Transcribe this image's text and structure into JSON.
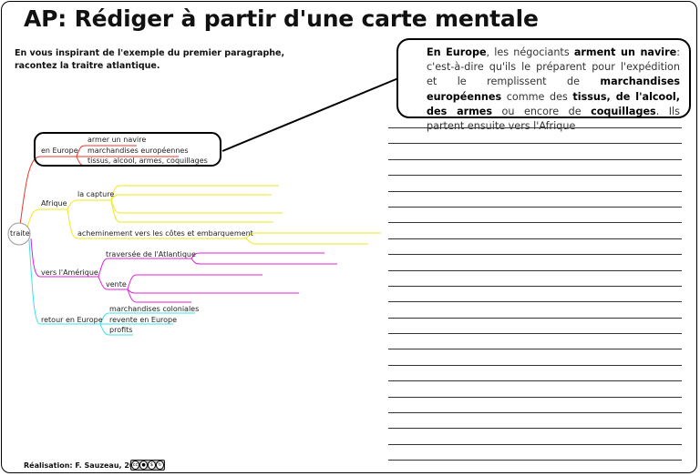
{
  "title": "AP: Rédiger à partir d'une carte mentale",
  "instruction": "En vous inspirant de l'exemple du premier paragraphe, racontez la traitre atlantique.",
  "callout": {
    "segments": [
      {
        "text": "En Europe",
        "bold": true
      },
      {
        "text": ", les négociants ",
        "bold": false
      },
      {
        "text": "arment un navire",
        "bold": true
      },
      {
        "text": ": c'est-à-dire qu'ils le préparent pour l'expédition et le remplissent de ",
        "bold": false
      },
      {
        "text": "marchandises européennes",
        "bold": true
      },
      {
        "text": " comme des ",
        "bold": false
      },
      {
        "text": "tissus, de l'alcool, des armes",
        "bold": true
      },
      {
        "text": " ou encore de ",
        "bold": false
      },
      {
        "text": "coquillages",
        "bold": true
      },
      {
        "text": ". Ils partent ensuite vers l'Afrique",
        "bold": false
      }
    ]
  },
  "mindmap": {
    "root": "traite",
    "branches": [
      {
        "label": "en Europe",
        "color": "#e8372e",
        "children": [
          "armer un navire",
          "marchandises européennes",
          "tissus, alcool, armes, coquillages"
        ]
      },
      {
        "label": "Afrique",
        "color": "#f2e81a",
        "sub": [
          {
            "label": "la capture"
          },
          {
            "label": "acheminement vers les côtes et embarquement"
          }
        ]
      },
      {
        "label": "vers l'Amérique",
        "color": "#e020d8",
        "sub": [
          {
            "label": "traversée de l'Atlantique"
          },
          {
            "label": "vente"
          }
        ]
      },
      {
        "label": "retour en Europe",
        "color": "#3ee0ea",
        "children": [
          "marchandises coloniales",
          "revente en Europe",
          "profits"
        ]
      }
    ]
  },
  "writing_lines_count": 22,
  "footer": "Réalisation: F. Sauzeau, 2016",
  "license_badge": {
    "icons": [
      "cc",
      "by",
      "nc",
      "sa"
    ],
    "color": "#bbbbbb"
  }
}
